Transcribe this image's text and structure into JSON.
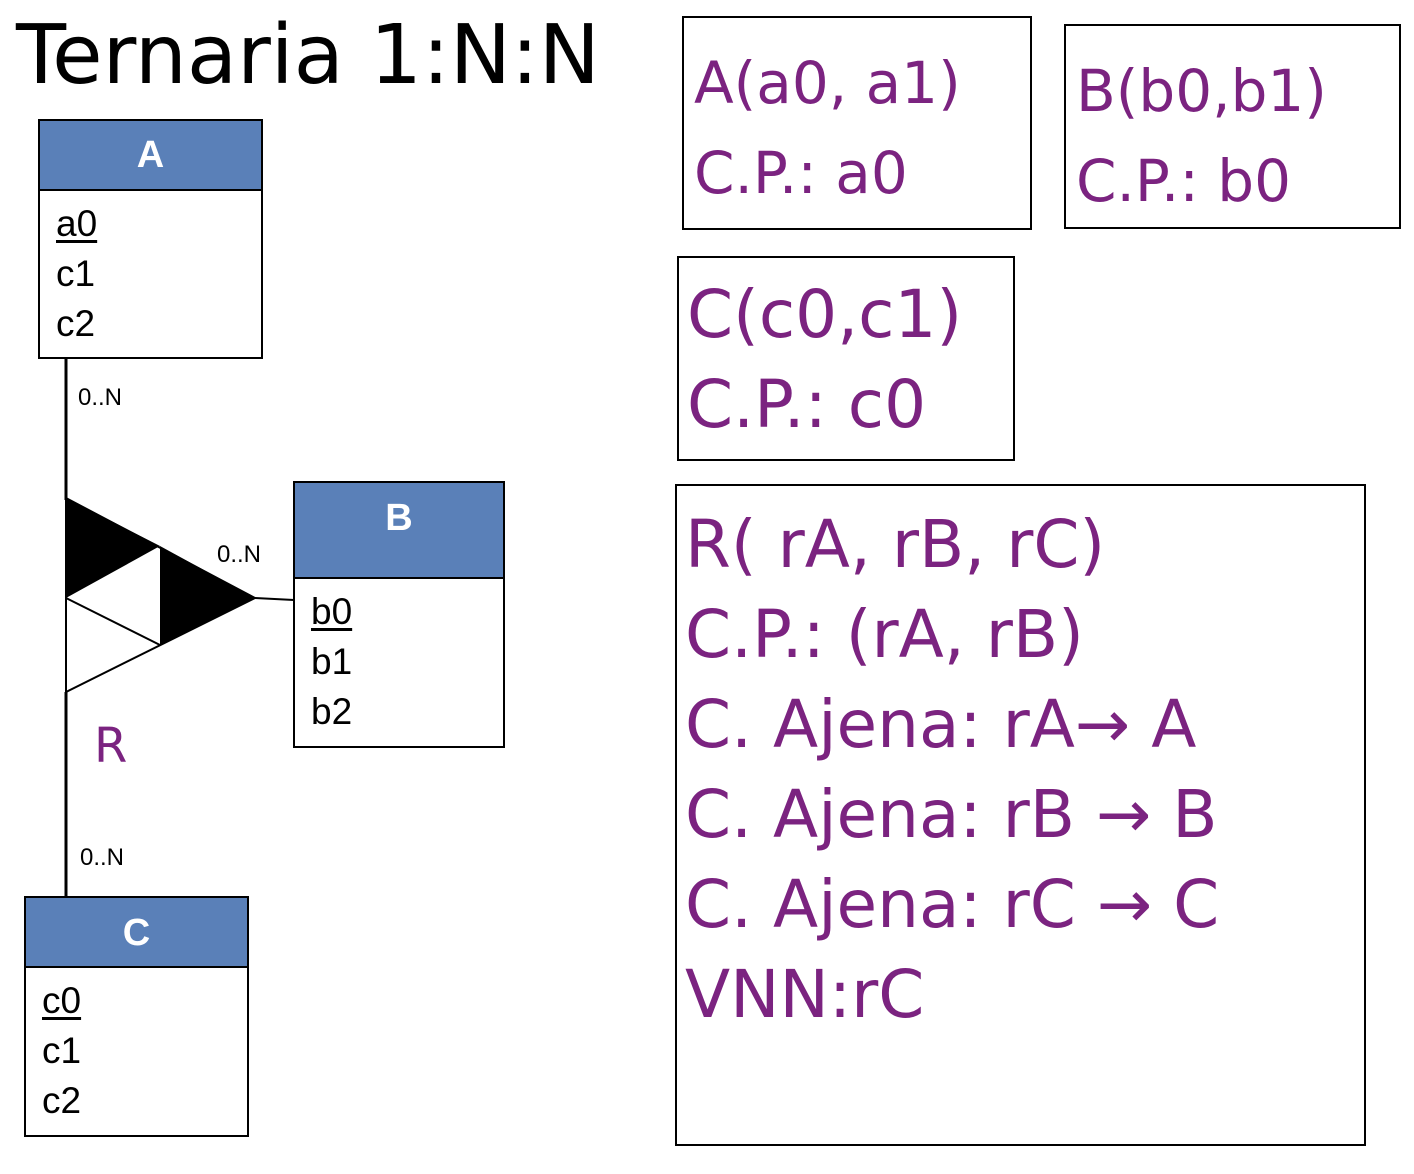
{
  "title": "Ternaria 1:N:N",
  "entities": {
    "a": {
      "name": "A",
      "attributes": [
        {
          "text": "a0",
          "pk": true
        },
        {
          "text": "c1",
          "pk": false
        },
        {
          "text": "c2",
          "pk": false
        }
      ]
    },
    "b": {
      "name": "B",
      "attributes": [
        {
          "text": "b0",
          "pk": true
        },
        {
          "text": "b1",
          "pk": false
        },
        {
          "text": "b2",
          "pk": false
        }
      ]
    },
    "c": {
      "name": "C",
      "attributes": [
        {
          "text": "c0",
          "pk": true
        },
        {
          "text": "c1",
          "pk": false
        },
        {
          "text": "c2",
          "pk": false
        }
      ]
    }
  },
  "relationship": {
    "name": "R",
    "cardinality_a": "0..N",
    "cardinality_b": "0..N",
    "cardinality_c": "0..N"
  },
  "schema": {
    "a": [
      "A(a0, a1)",
      "C.P.: a0"
    ],
    "b": [
      "B(b0,b1)",
      "C.P.: b0"
    ],
    "c": [
      "C(c0,c1)",
      "C.P.: c0"
    ],
    "r": [
      "R( rA, rB, rC)",
      "C.P.: (rA, rB)",
      "C. Ajena: rA→ A",
      "C. Ajena: rB → B",
      "C. Ajena: rC → C",
      "VNN:rC"
    ]
  },
  "colors": {
    "entity_header": "#5a80b8",
    "schema_text": "#7b2380"
  }
}
